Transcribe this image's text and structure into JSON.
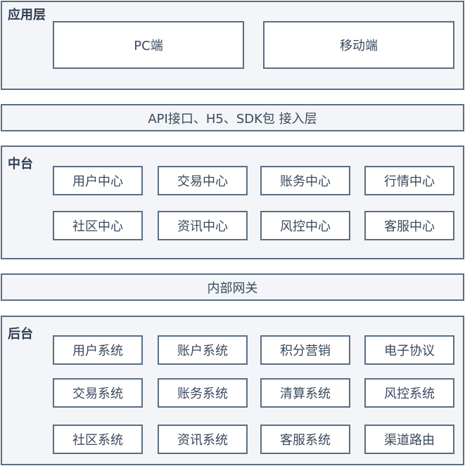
{
  "app_layer": {
    "title": "应用层",
    "items": [
      "PC端",
      "移动端"
    ]
  },
  "access_layer": {
    "label": "API接口、H5、SDK包 接入层"
  },
  "middle_layer": {
    "title": "中台",
    "row1": [
      "用户中心",
      "交易中心",
      "账务中心",
      "行情中心"
    ],
    "row2": [
      "社区中心",
      "资讯中心",
      "风控中心",
      "客服中心"
    ]
  },
  "gateway_layer": {
    "label": "内部网关"
  },
  "back_layer": {
    "title": "后台",
    "row1": [
      "用户系统",
      "账户系统",
      "积分营销",
      "电子协议"
    ],
    "row2": [
      "交易系统",
      "账务系统",
      "清算系统",
      "风控系统"
    ],
    "row3": [
      "社区系统",
      "资讯系统",
      "客服系统",
      "渠道路由"
    ]
  }
}
